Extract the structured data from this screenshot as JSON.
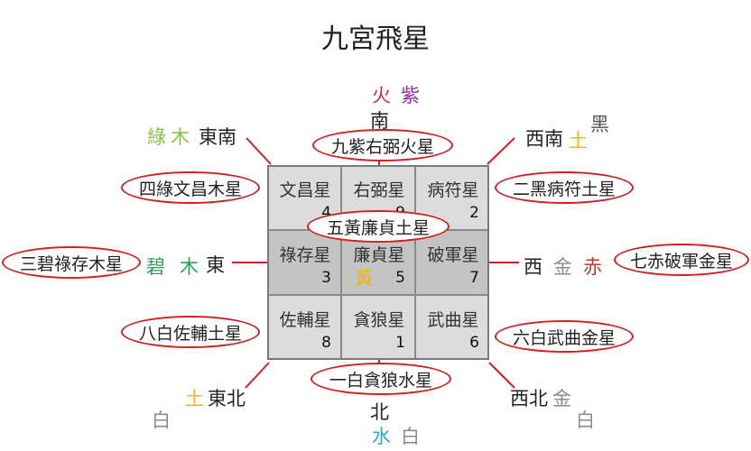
{
  "title": "九宮飛星",
  "colors": {
    "fire": "#d01f6a",
    "purple": "#9a2e9a",
    "green": "#8bc34a",
    "wood": "#2aa35c",
    "earth": "#f0b800",
    "grey": "#8c8c8c",
    "water": "#2aa8d8",
    "red": "#c0392b",
    "accent": "#d21f1f"
  },
  "directions": {
    "south": {
      "dir": "南",
      "el1": "火",
      "el2": "紫"
    },
    "southeast": {
      "dir": "東南",
      "el1": "綠",
      "el2": "木"
    },
    "southwest": {
      "dir": "西南",
      "el1": "土",
      "el2": "黑"
    },
    "east": {
      "dir": "東",
      "el1": "碧",
      "el2": "木"
    },
    "west": {
      "dir": "西",
      "el1": "金",
      "el2": "赤"
    },
    "northeast": {
      "dir": "東北",
      "el1": "土",
      "el2": "白"
    },
    "north": {
      "dir": "北",
      "el1": "水",
      "el2": "白"
    },
    "northwest": {
      "dir": "西北",
      "el1": "金",
      "el2": "白"
    }
  },
  "center_element": "黃",
  "cells": [
    {
      "star": "文昌星",
      "num": "4"
    },
    {
      "star": "右弼星",
      "num": "9"
    },
    {
      "star": "病符星",
      "num": "2"
    },
    {
      "star": "祿存星",
      "num": "3"
    },
    {
      "star": "廉貞星",
      "num": "5"
    },
    {
      "star": "破軍星",
      "num": "7"
    },
    {
      "star": "佐輔星",
      "num": "8"
    },
    {
      "star": "貪狼星",
      "num": "1"
    },
    {
      "star": "武曲星",
      "num": "6"
    }
  ],
  "ovals": {
    "n9": "九紫右弼火星",
    "n4": "四綠文昌木星",
    "n2": "二黑病符土星",
    "n5": "五黃廉貞土星",
    "n3": "三碧祿存木星",
    "n7": "七赤破軍金星",
    "n8": "八白佐輔土星",
    "n6": "六白武曲金星",
    "n1": "一白貪狼水星"
  }
}
